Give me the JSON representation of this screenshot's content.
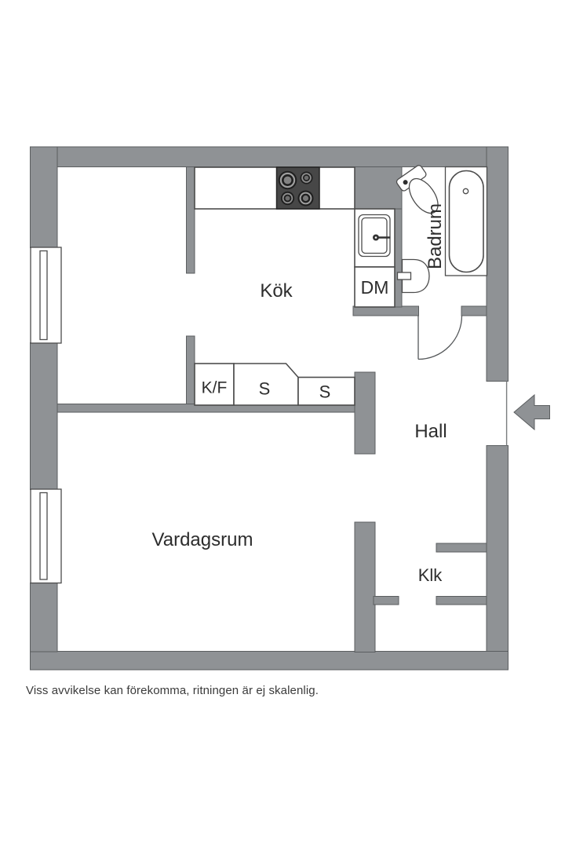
{
  "colors": {
    "background": "#ffffff",
    "wall_gray": "#8f9295",
    "wall_outline": "#5b5e60",
    "fixture_outline": "#4c4c4c",
    "stove_body": "#474747",
    "label_text": "#2d2d2d",
    "disclaimer_text": "#3b3b3b"
  },
  "plan": {
    "rooms": {
      "kitchen": {
        "label": "Kök"
      },
      "bathroom": {
        "label": "Badrum"
      },
      "hall": {
        "label": "Hall"
      },
      "closet": {
        "label": "Klk"
      },
      "living_room": {
        "label": "Vardagsrum"
      }
    },
    "fixtures": {
      "fridge_freezer": {
        "label": "K/F"
      },
      "wardrobe_left": {
        "label": "S"
      },
      "wardrobe_right": {
        "label": "S"
      },
      "dishwasher": {
        "label": "DM"
      }
    },
    "icons": {
      "entrance_arrow": "arrow-left",
      "stove": "4-burner-cooktop",
      "kitchen_sink": "sink-with-faucet",
      "bathtub": "bathtub",
      "toilet": "toilet",
      "bathroom_sink": "washbasin",
      "windows": "window-symbol"
    }
  },
  "footer": {
    "disclaimer": "Viss avvikelse kan förekomma, ritningen är ej skalenlig."
  }
}
